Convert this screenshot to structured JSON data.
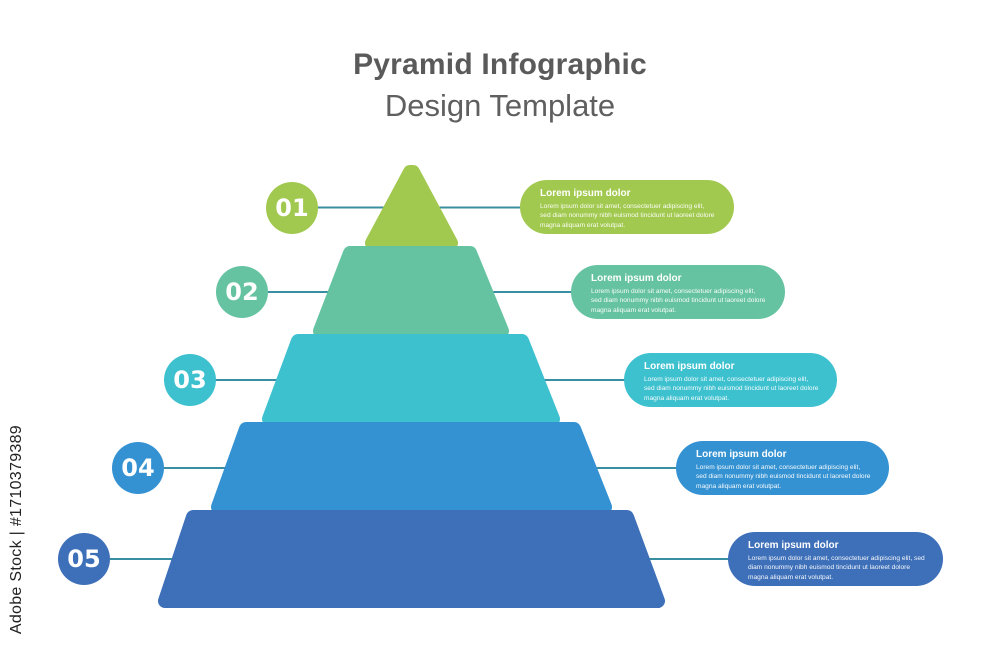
{
  "header": {
    "title": "Pyramid Infographic",
    "subtitle": "Design Template"
  },
  "colors": {
    "line": "#3a8ea1",
    "level_colors": [
      "#a2c94f",
      "#66c3a1",
      "#3ec1cf",
      "#3592d2",
      "#3e70b9"
    ]
  },
  "levels": [
    {
      "number": "01",
      "color": "#a2c94f",
      "card_title": "Lorem ipsum dolor",
      "card_body": "Lorem ipsum dolor sit amet, consectetuer adipiscing elit, sed diam nonummy nibh euismod tincidunt ut laoreet dolore magna aliquam erat volutpat."
    },
    {
      "number": "02",
      "color": "#66c3a1",
      "card_title": "Lorem ipsum dolor",
      "card_body": "Lorem ipsum dolor sit amet, consectetuer adipiscing elit, sed diam nonummy nibh euismod tincidunt ut laoreet dolore magna aliquam erat volutpat."
    },
    {
      "number": "03",
      "color": "#3ec1cf",
      "card_title": "Lorem ipsum dolor",
      "card_body": "Lorem ipsum dolor sit amet, consectetuer adipiscing elit, sed diam nonummy nibh euismod tincidunt ut laoreet dolore magna aliquam erat volutpat."
    },
    {
      "number": "04",
      "color": "#3592d2",
      "card_title": "Lorem ipsum dolor",
      "card_body": "Lorem ipsum dolor sit amet, consectetuer adipiscing elit, sed diam nonummy nibh euismod tincidunt ut laoreet dolore magna aliquam erat volutpat."
    },
    {
      "number": "05",
      "color": "#3e70b9",
      "card_title": "Lorem ipsum dolor",
      "card_body": "Lorem ipsum dolor sit amet, consectetuer adipiscing elit, sed diam nonummy nibh euismod tincidunt ut laoreet dolore magna aliquam erat volutpat."
    }
  ],
  "watermark": "Adobe Stock | #1710379389"
}
